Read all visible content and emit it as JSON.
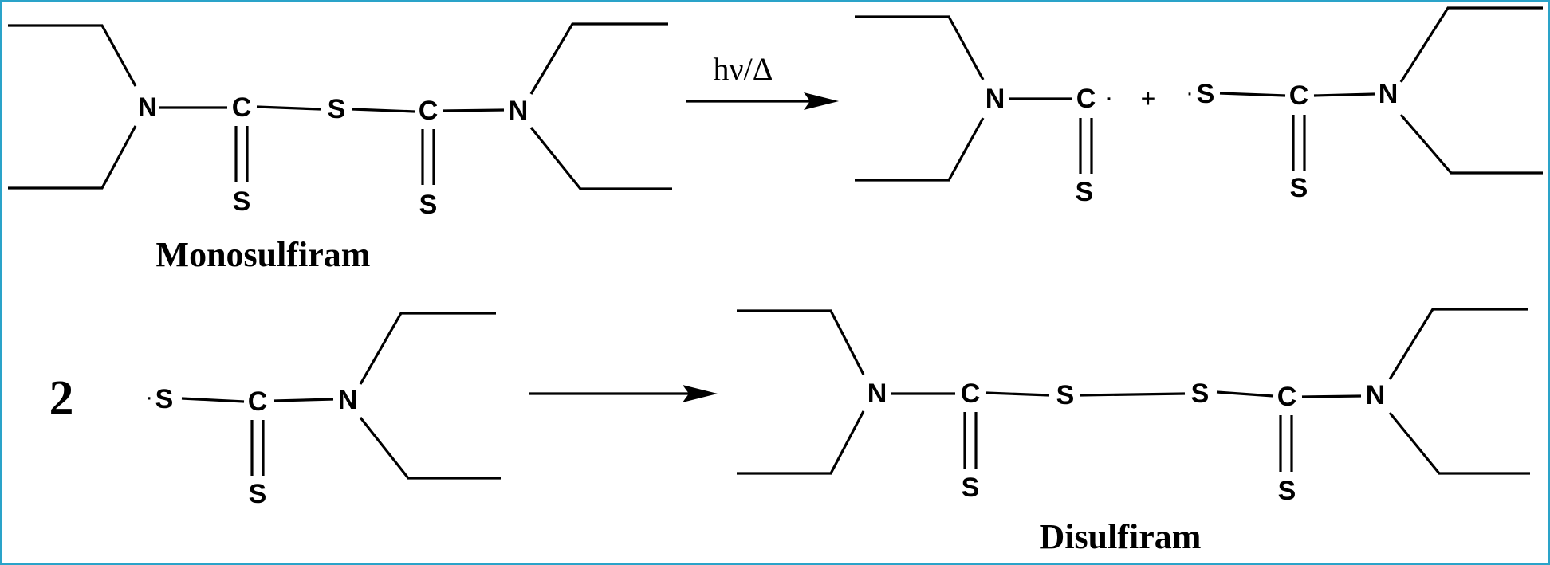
{
  "frame_color": "#2aa3c9",
  "labels": {
    "atom_N": "N",
    "atom_C": "C",
    "atom_S": "S",
    "radical_dot": "·",
    "plus_sign": "+",
    "reaction_condition": "hν/Δ",
    "coefficient": "2",
    "monosulfiram_name": "Monosulfiram",
    "disulfiram_name": "Disulfiram"
  }
}
